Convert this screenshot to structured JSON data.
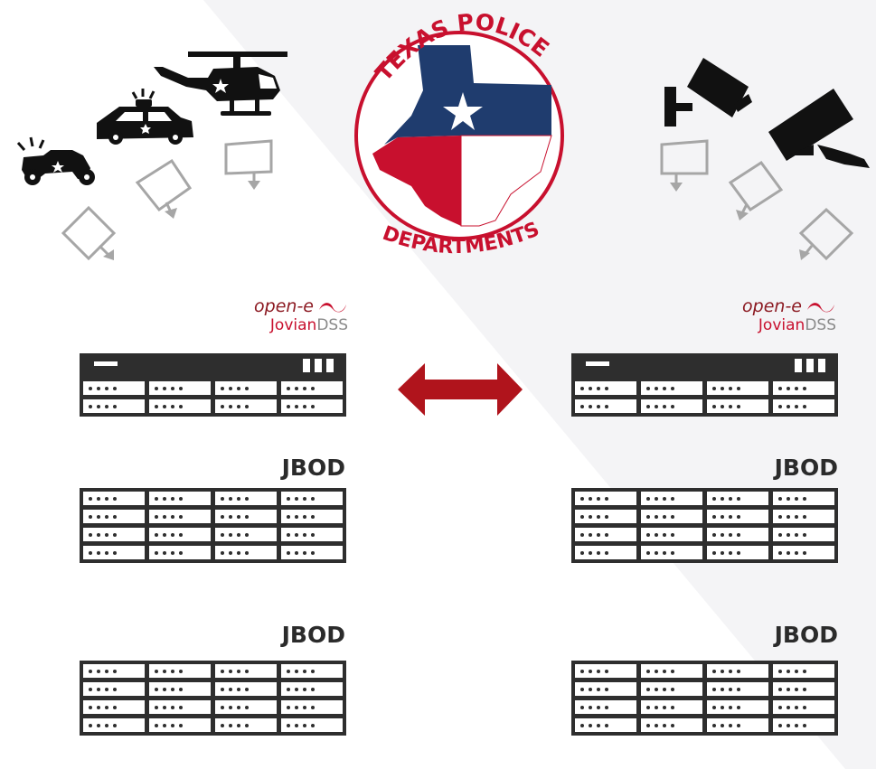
{
  "badge": {
    "top_text": "TEXAS POLICE",
    "bottom_text": "DEPARTMENTS",
    "ring_color": "#c8102e",
    "blue": "#1f3c6e",
    "red": "#c8102e"
  },
  "sources_left": [
    "motorcycle-icon",
    "police-car-icon",
    "helicopter-icon"
  ],
  "sources_right": [
    "security-camera-icon",
    "security-camera-icon"
  ],
  "storage": {
    "left": {
      "brand_top": "open-e",
      "brand_jovian": "Jovian",
      "brand_dss": "DSS",
      "jbod_labels": [
        "JBOD",
        "JBOD"
      ]
    },
    "right": {
      "brand_top": "open-e",
      "brand_jovian": "Jovian",
      "brand_dss": "DSS",
      "jbod_labels": [
        "JBOD",
        "JBOD"
      ]
    }
  },
  "replication_arrow_color": "#b0141c",
  "colors": {
    "rack": "#2e2e2e",
    "data_arrow": "#a6a6a6",
    "background_shade": "#f4f4f6"
  }
}
